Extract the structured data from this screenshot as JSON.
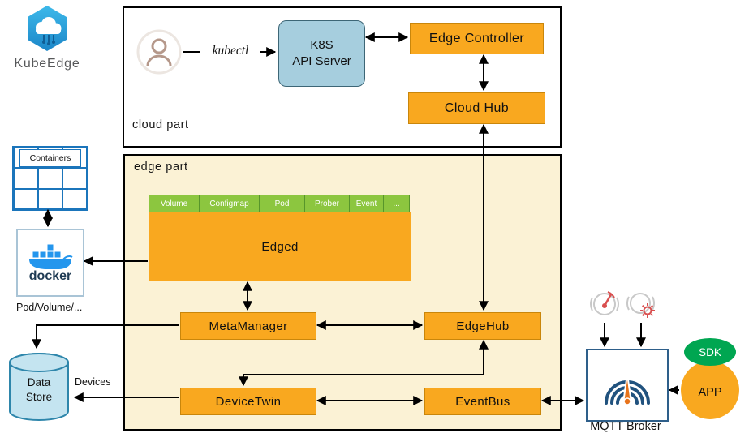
{
  "logo": {
    "label": "KubeEdge"
  },
  "cloud_part": {
    "label": "cloud part",
    "kubectl": "kubectl",
    "k8s_line1": "K8S",
    "k8s_line2": "API Server",
    "edge_controller": "Edge Controller",
    "cloud_hub": "Cloud Hub"
  },
  "edge_part": {
    "label": "edge part",
    "edged": "Edged",
    "tabs": [
      "Volume",
      "Configmap",
      "Pod",
      "Prober",
      "Event",
      "..."
    ],
    "meta_manager": "MetaManager",
    "edge_hub": "EdgeHub",
    "device_twin": "DeviceTwin",
    "event_bus": "EventBus"
  },
  "left_rail": {
    "containers": "Containers",
    "docker": "docker",
    "pod_volume": "Pod/Volume/...",
    "data_store": "Data Store",
    "devices": "Devices"
  },
  "right_rail": {
    "mqtt_broker": "MQTT Broker",
    "sdk": "SDK",
    "app": "APP"
  },
  "colors": {
    "orange": "#F9A81F",
    "orange-border": "#C9860B",
    "k8s-blue": "#A6CEDE",
    "tab-green": "#8CC63F",
    "tab-border": "#57962B",
    "edge-bg": "#FBF2D5",
    "container-blue": "#1B75BB",
    "docker-blue": "#2496ED",
    "docker-text": "#1F3B54",
    "cyl-fill": "#C4E4F0",
    "cyl-stroke": "#2E86AB",
    "mqtt-blue": "#21527E",
    "mqtt-orange": "#E8731A",
    "sdk-green": "#00A651",
    "app-orange": "#F9A81F",
    "logo-blue": "#2BA7DF",
    "arrow": "#000000"
  }
}
